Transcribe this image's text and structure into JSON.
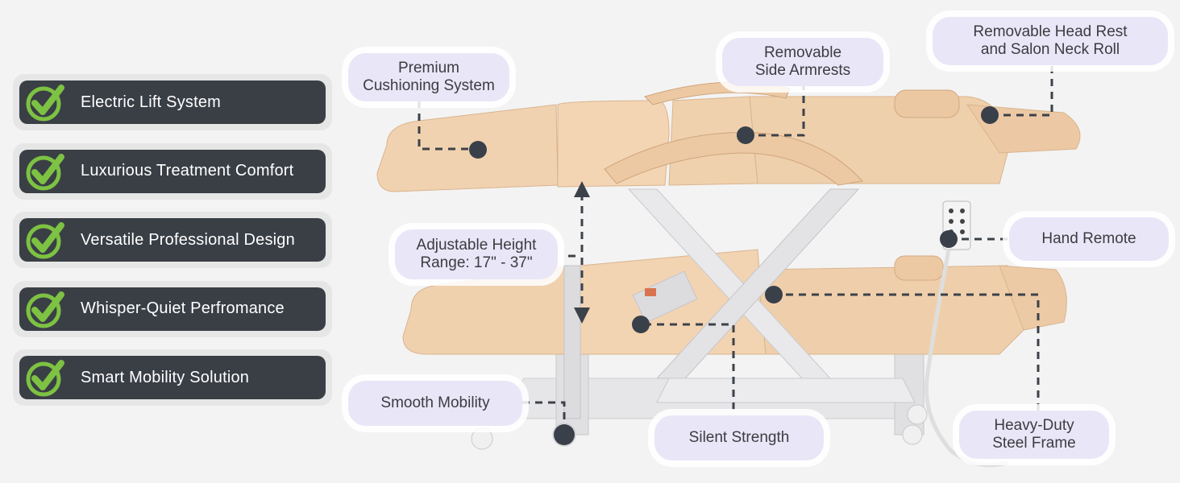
{
  "features": [
    {
      "label": "Electric Lift System",
      "icon": "checkmark-icon"
    },
    {
      "label": "Luxurious Treatment Comfort",
      "icon": "checkmark-icon"
    },
    {
      "label": "Versatile Professional Design",
      "icon": "checkmark-icon"
    },
    {
      "label": "Whisper-Quiet Perfromance",
      "icon": "checkmark-icon"
    },
    {
      "label": "Smart Mobility Solution",
      "icon": "checkmark-icon"
    }
  ],
  "callouts": {
    "cushioning": {
      "line1": "Premium",
      "line2": "Cushioning System"
    },
    "armrests": {
      "line1": "Removable",
      "line2": "Side Armrests"
    },
    "headrest": {
      "line1": "Removable Head Rest",
      "line2": "and Salon Neck Roll"
    },
    "height": {
      "line1": "Adjustable Height",
      "line2": "Range: 17\" - 37\""
    },
    "remote": {
      "line1": "Hand Remote"
    },
    "mobility": {
      "line1": "Smooth Mobility"
    },
    "strength": {
      "line1": "Silent Strength"
    },
    "frame": {
      "line1": "Heavy-Duty",
      "line2": "Steel Frame"
    }
  },
  "colors": {
    "check_green": "#7dc242",
    "feature_bg": "#3a3f46",
    "callout_bg": "#e9e6f8",
    "cushion": "#f1d2b0",
    "frame": "#e4e4e6",
    "marker": "#39404a"
  }
}
